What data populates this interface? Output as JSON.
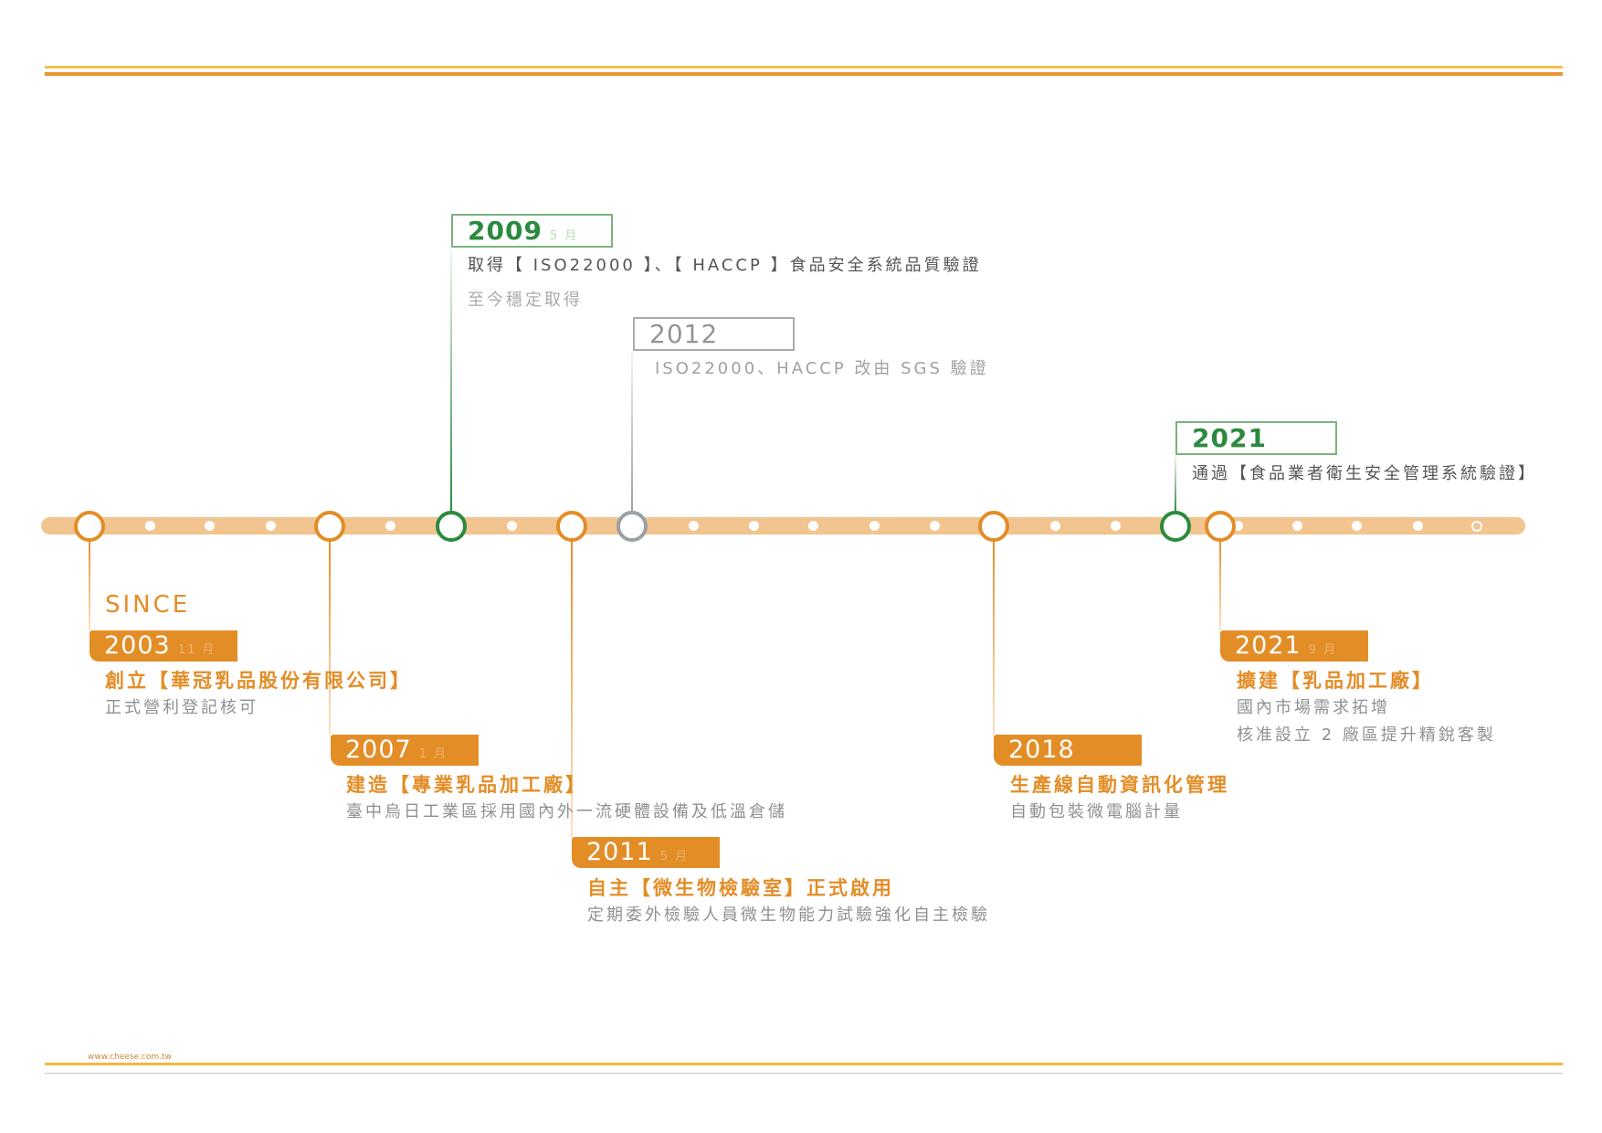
{
  "since_label": "SINCE",
  "colors": {
    "orange": "#e38d27",
    "track": "#f2c48f",
    "green": "#2b8a3e",
    "gray": "#9aa0a3"
  },
  "events_below": [
    {
      "year": "2003",
      "month": "11 月",
      "title": "創立【華冠乳品股份有限公司】",
      "lines": [
        "正式營利登記核可"
      ]
    },
    {
      "year": "2007",
      "month": "1 月",
      "title": "建造【專業乳品加工廠】",
      "lines": [
        "臺中烏日工業區採用國內外一流硬體設備及低溫倉儲"
      ]
    },
    {
      "year": "2011",
      "month": "5 月",
      "title": "自主【微生物檢驗室】正式啟用",
      "lines": [
        "定期委外檢驗人員微生物能力試驗強化自主檢驗"
      ]
    },
    {
      "year": "2018",
      "month": "",
      "title": "生產線自動資訊化管理",
      "lines": [
        "自動包裝微電腦計量"
      ]
    },
    {
      "year": "2021",
      "month": "9 月",
      "title": "擴建【乳品加工廠】",
      "lines": [
        "國內市場需求拓增",
        "核准設立 2 廠區提升精銳客製"
      ]
    }
  ],
  "events_above": [
    {
      "year": "2009",
      "month": "5 月",
      "text": "取得【 ISO22000 】、【 HACCP 】食品安全系統品質驗證",
      "sub": "至今穩定取得"
    },
    {
      "year": "2012",
      "month": "",
      "text": "ISO22000、HACCP 改由 SGS 驗證"
    },
    {
      "year": "2021",
      "month": "",
      "text": "通過【食品業者衛生安全管理系統驗證】"
    }
  ],
  "footer": {
    "url": "www.cheese.com.tw"
  }
}
